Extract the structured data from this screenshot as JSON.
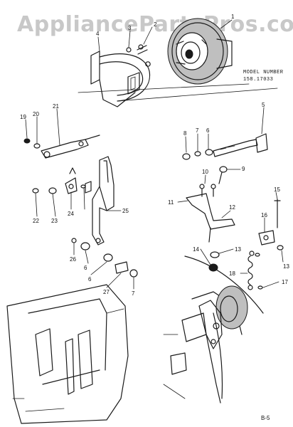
{
  "watermark": "AppliancePartsPros.com",
  "model_label": "MODEL NUMBER",
  "model_number": "158.17033",
  "page_ref": "B-5",
  "callouts": [
    "1",
    "2",
    "3",
    "4",
    "5",
    "6",
    "7",
    "8",
    "9",
    "10",
    "11",
    "12",
    "13",
    "14",
    "15",
    "16",
    "17",
    "18",
    "19",
    "20",
    "21",
    "22",
    "23",
    "24",
    "25",
    "26",
    "27"
  ],
  "callouts_repeat": [
    "6",
    "7",
    "13",
    "17"
  ]
}
